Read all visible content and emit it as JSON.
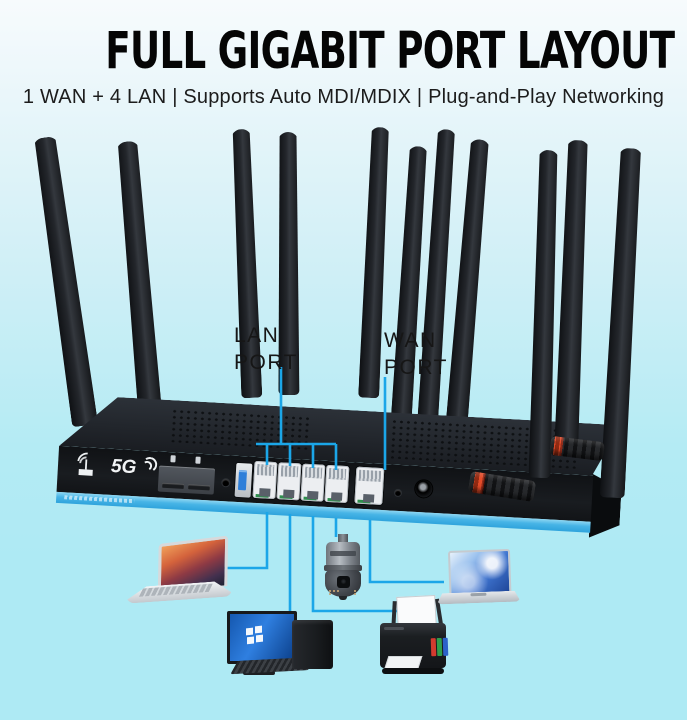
{
  "header": {
    "title": "FULL GIGABIT PORT LAYOUT",
    "subtitle": "1 WAN + 4 LAN | Supports Auto MDI/MDIX | Plug-and-Play Networking"
  },
  "callouts": {
    "lan": {
      "line1": "LAN",
      "line2": "PORT"
    },
    "wan": {
      "line1": "WAN",
      "line2": "PORT"
    }
  },
  "router": {
    "logo_text": "5G",
    "lan_port_count": 4,
    "wan_port_count": 1,
    "antenna_count": 11
  },
  "devices": {
    "items": [
      "macbook-laptop",
      "desktop-computer",
      "ip-dome-camera",
      "ink-tank-printer",
      "ultrabook-laptop"
    ]
  },
  "colors": {
    "callout_line": "#1BA6E8",
    "router_stripe": "#47B4E6",
    "background_top": "#F7FBFD",
    "background_bottom": "#AEEAF4",
    "antenna_black": "#1B1D20",
    "connector_red": "#E0401C"
  }
}
